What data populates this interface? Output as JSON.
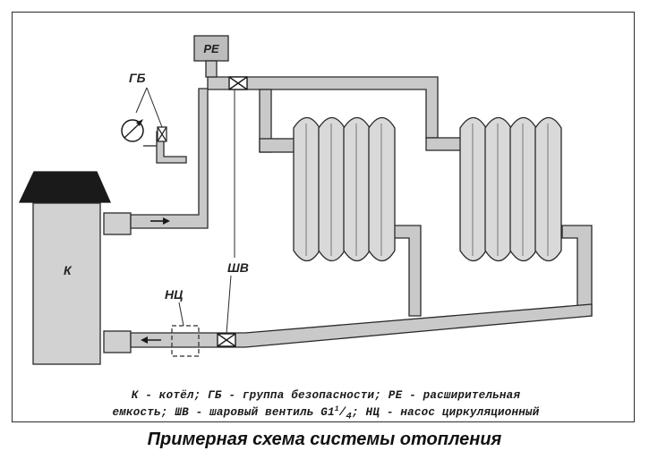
{
  "labels": {
    "boiler": "К",
    "safety_group": "ГБ",
    "expansion_tank": "РЕ",
    "ball_valve": "ШВ",
    "pump": "НЦ"
  },
  "legend": {
    "line1": "К - котёл; ГБ - группа безопасности; РЕ - расширительная",
    "line2_before_sup": "емкость; ШВ - шаровый вентиль G1",
    "line2_sup": "1",
    "line2_after_sup": "/",
    "line2_sub": "4",
    "line2_end": "; НЦ - насос циркуляционный"
  },
  "caption": "Примерная схема системы отопления",
  "colors": {
    "pipe": "#c9c9c9",
    "outline": "#2a2a2a",
    "background": "#ffffff"
  }
}
